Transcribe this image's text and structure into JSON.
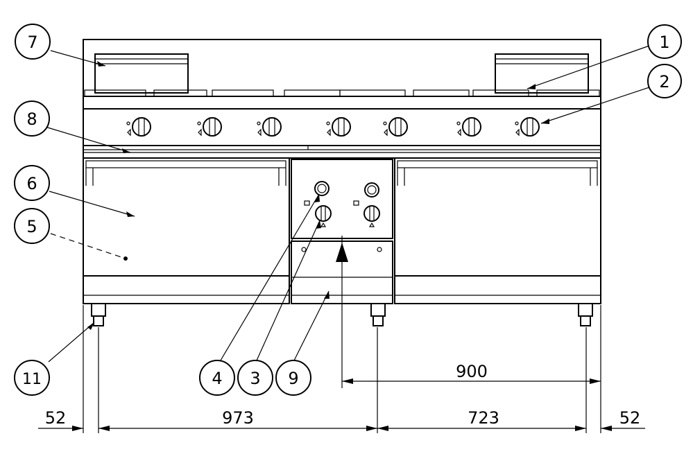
{
  "callouts": [
    {
      "id": "c1",
      "label": "1"
    },
    {
      "id": "c2",
      "label": "2"
    },
    {
      "id": "c3",
      "label": "3"
    },
    {
      "id": "c4",
      "label": "4"
    },
    {
      "id": "c5",
      "label": "5"
    },
    {
      "id": "c6",
      "label": "6"
    },
    {
      "id": "c7",
      "label": "7"
    },
    {
      "id": "c8",
      "label": "8"
    },
    {
      "id": "c9",
      "label": "9"
    },
    {
      "id": "c11",
      "label": "11"
    }
  ],
  "dimensions": {
    "left_offset": "52",
    "left_span": "973",
    "right_span": "723",
    "right_offset": "52",
    "center_to_right": "900"
  },
  "colors": {
    "line": "#000000",
    "background": "#ffffff"
  }
}
